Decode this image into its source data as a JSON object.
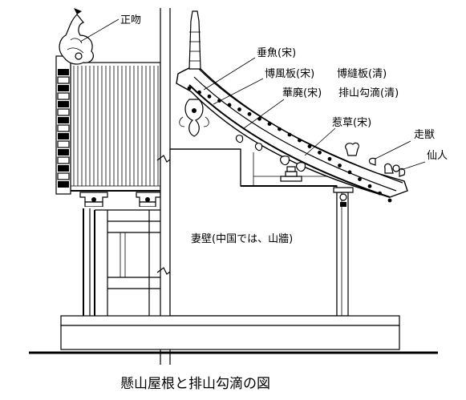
{
  "caption": "懸山屋根と排山勾滴の図",
  "labels": {
    "zhengwen": "正吻",
    "chuiyu": "垂魚(宋)",
    "bofengban": "博風板(宋)",
    "bofengban_qing": "博縫板(清)",
    "huafei": "華廃(宋)",
    "paishan": "排山勾滴(清)",
    "recao": "惹草(宋)",
    "zoushou": "走獣",
    "xianren": "仙人",
    "qibi": "妻壁(中国では、山牆)"
  }
}
